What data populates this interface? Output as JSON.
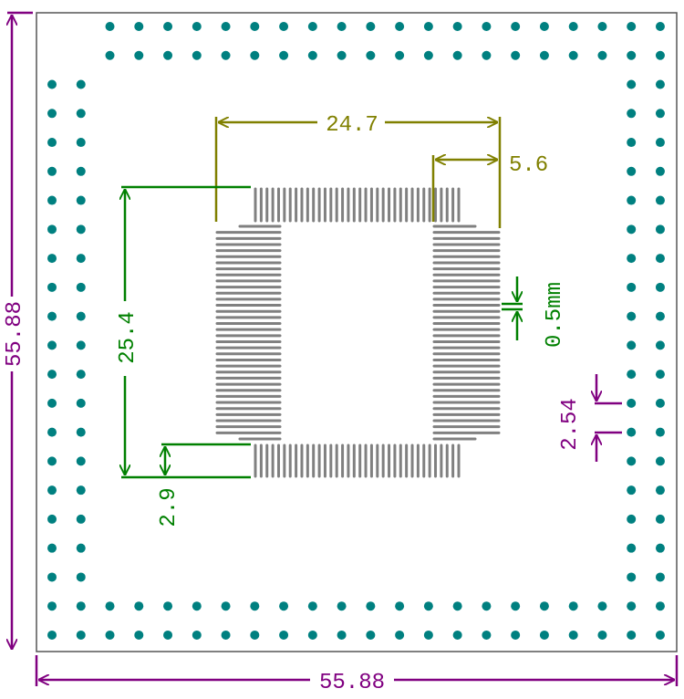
{
  "board": {
    "width_label": "55.88",
    "height_label": "55.88"
  },
  "dimensions": {
    "body_width": "24.7",
    "pad_length": "5.6",
    "row_span": "25.4",
    "pad_offset": "2.9",
    "pitch": "0.5mm",
    "grid_pitch": "2.54"
  },
  "footprint": {
    "pads_per_side": 36
  },
  "colors": {
    "board_dim": "#800080",
    "olive_dim": "#808000",
    "green_dim": "#008000",
    "hole": "#008080",
    "pad": "#808080",
    "outline": "#555555"
  }
}
